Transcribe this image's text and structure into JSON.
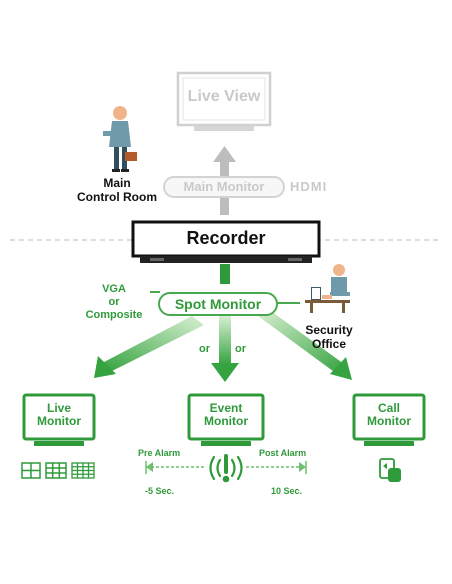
{
  "live_view": "Live View",
  "main_control_room": [
    "Main",
    "Control Room"
  ],
  "main_monitor": "Main Monitor",
  "hdmi": "HDMI",
  "recorder": "Recorder",
  "spot_link_label": [
    "VGA",
    "or",
    "Composite"
  ],
  "spot_monitor": "Spot Monitor",
  "security_office": [
    "Security",
    "Office"
  ],
  "or_left": "or",
  "or_right": "or",
  "monitors": {
    "live": [
      "Live",
      "Monitor"
    ],
    "event": [
      "Event",
      "Monitor"
    ],
    "call": [
      "Call",
      "Monitor"
    ]
  },
  "pre_alarm": "Pre Alarm",
  "post_alarm": "Post Alarm",
  "pre_time": "-5 Sec.",
  "post_time": "10 Sec.",
  "colors": {
    "green": "#2f9a3a",
    "light_green": "#bfe3b6",
    "grey": "#c9c9c9"
  }
}
